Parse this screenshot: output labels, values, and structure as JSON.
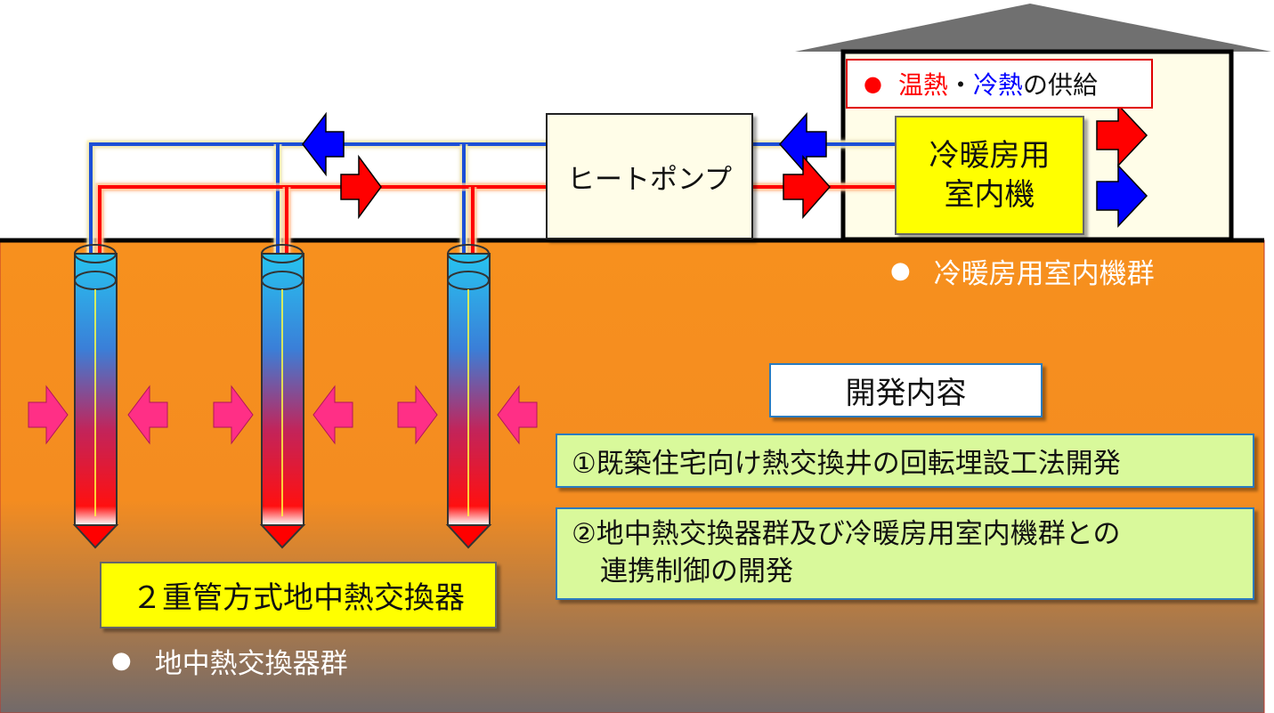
{
  "supply_label": {
    "bullet": "●",
    "hot": "温熱",
    "sep": "・",
    "cold": "冷熱",
    "rest": "の供給"
  },
  "heat_pump": {
    "label": "ヒートポンプ"
  },
  "indoor_unit": {
    "line1": "冷暖房用",
    "line2": "室内機"
  },
  "indoor_group": {
    "bullet": "●",
    "label": "冷暖房用室内機群"
  },
  "dev_title": "開発内容",
  "dev_items": [
    {
      "text": "①既築住宅向け熱交換井の回転埋設工法開発"
    },
    {
      "line1": "②地中熱交換器群及び冷暖房用室内機群との",
      "line2": "連携制御の開発"
    }
  ],
  "exchanger_label": "２重管方式地中熱交換器",
  "exchanger_group": {
    "bullet": "●",
    "label": "地中熱交換器群"
  },
  "colors": {
    "ground_top": "#f7901e",
    "ground_bottom": "#7a6e6a",
    "roof": "#707070",
    "hot_pipe": "#ff0000",
    "cold_pipe": "#1f4fd6",
    "heat_arrow": "#ff2f86",
    "box_yellow": "#ffff00",
    "box_green": "#d9f99b",
    "box_cream": "#fffde8"
  },
  "icons": [
    "hot-flow-arrow",
    "cold-flow-arrow",
    "heat-absorption-arrow"
  ]
}
